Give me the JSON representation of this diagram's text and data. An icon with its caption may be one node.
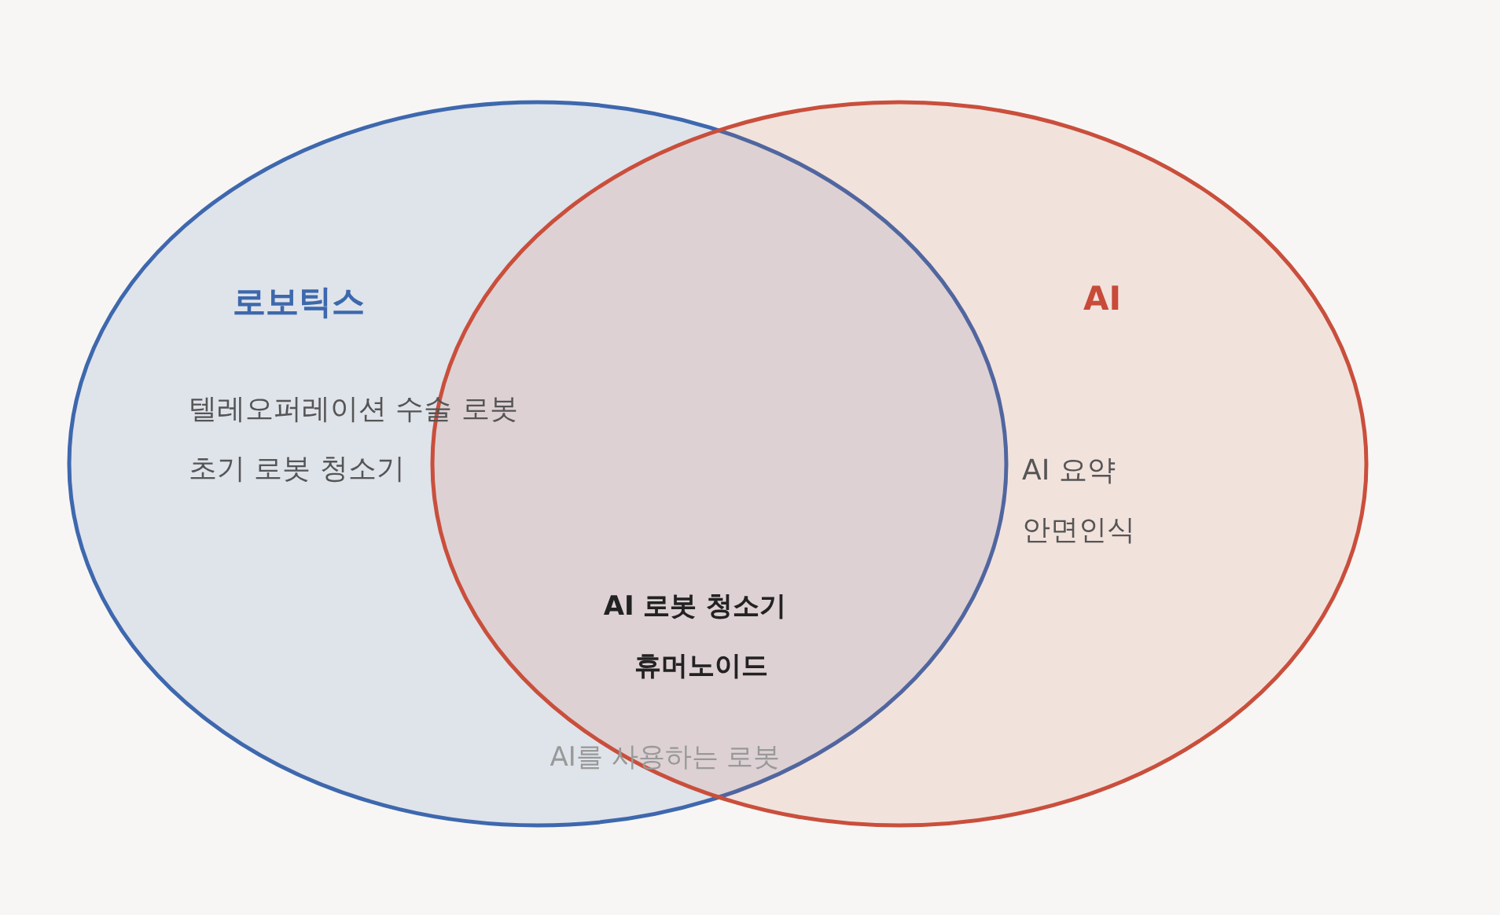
{
  "diagram": {
    "nodes": [
      {
        "text": [
          "로보틱스",
          "텔레오퍼레이션 수술 로봇",
          "초기 로봇 청소기"
        ]
      },
      {
        "text": [
          "AI",
          "AI 요약",
          "안면인식"
        ]
      }
    ],
    "labels": [
      "AI 로봇 청소기",
      "휴머노이드",
      "AI를 사용하는 로봇"
    ]
  }
}
